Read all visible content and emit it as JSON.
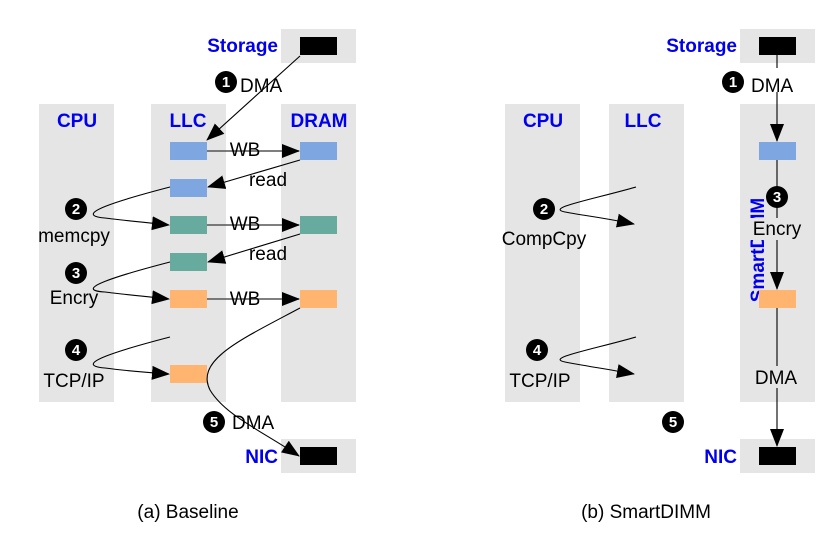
{
  "colors": {
    "header_text": "#0000ee",
    "column_bg": "#e5e5e5",
    "block_blue": "#7ea6e0",
    "block_teal": "#67ab9f",
    "block_orange": "#ffb570",
    "device": "#000000"
  },
  "baseline": {
    "caption": "(a) Baseline",
    "headers": {
      "storage": "Storage",
      "cpu": "CPU",
      "llc": "LLC",
      "dram": "DRAM",
      "nic": "NIC"
    },
    "steps": [
      {
        "num": "1",
        "label": "DMA"
      },
      {
        "num": "2",
        "label": "memcpy"
      },
      {
        "num": "3",
        "label": "Encry"
      },
      {
        "num": "4",
        "label": "TCP/IP"
      },
      {
        "num": "5",
        "label": "DMA"
      }
    ],
    "edge_labels": {
      "wb1": "WB",
      "read1": "read",
      "wb2": "WB",
      "read2": "read",
      "wb3": "WB"
    }
  },
  "smartdimm": {
    "caption": "(b) SmartDIMM",
    "headers": {
      "storage": "Storage",
      "cpu": "CPU",
      "llc": "LLC",
      "smartdimm": "SmartDIMM",
      "nic": "NIC"
    },
    "steps": [
      {
        "num": "1",
        "label": "DMA"
      },
      {
        "num": "2",
        "label": "CompCpy"
      },
      {
        "num": "3",
        "label": "Encry"
      },
      {
        "num": "4",
        "label": "TCP/IP"
      },
      {
        "num": "5",
        "label": ""
      }
    ],
    "edge_labels": {
      "dma_out": "DMA"
    }
  }
}
